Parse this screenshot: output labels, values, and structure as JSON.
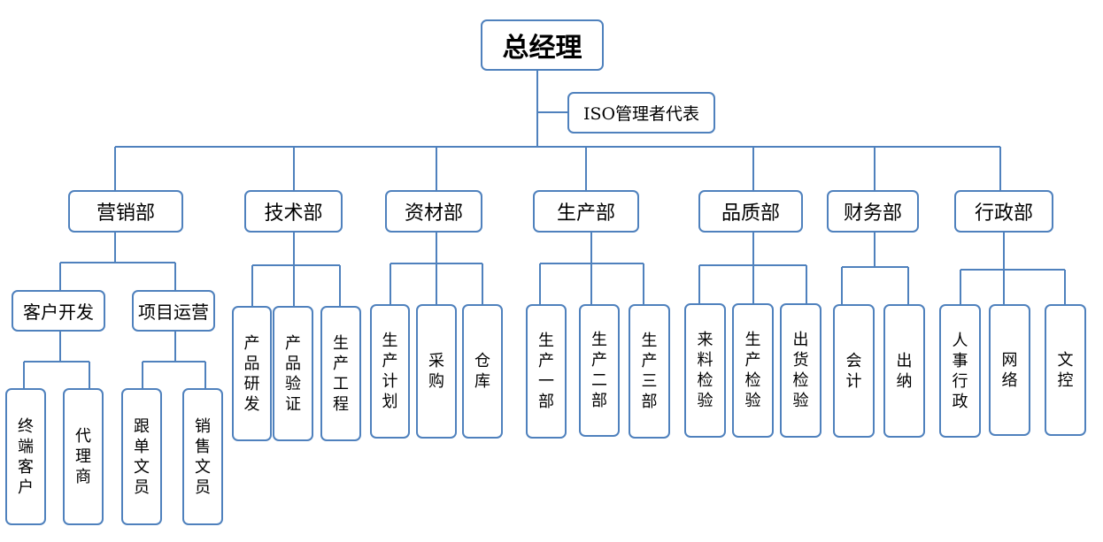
{
  "colors": {
    "line": "#4f81bd",
    "border": "#4f81bd",
    "background": "#ffffff"
  },
  "ceo": "总经理",
  "iso_rep": "ISO管理者代表",
  "departments": [
    {
      "name": "营销部",
      "units": [
        "客户开发",
        "项目运营"
      ]
    },
    {
      "name": "技术部",
      "units": [
        "产品研发",
        "产品验证",
        "生产工程"
      ]
    },
    {
      "name": "资材部",
      "units": [
        "生产计划",
        "采购",
        "仓库"
      ]
    },
    {
      "name": "生产部",
      "units": [
        "生产一部",
        "生产二部",
        "生产三部"
      ]
    },
    {
      "name": "品质部",
      "units": [
        "来料检验",
        "生产检验",
        "出货检验"
      ]
    },
    {
      "name": "财务部",
      "units": [
        "会计",
        "出纳"
      ]
    },
    {
      "name": "行政部",
      "units": [
        "人事行政",
        "网络",
        "文控"
      ]
    }
  ],
  "marketing_sub": {
    "customer_dev": [
      "终端客户",
      "代理商"
    ],
    "project_ops": [
      "跟单文员",
      "销售文员"
    ]
  }
}
